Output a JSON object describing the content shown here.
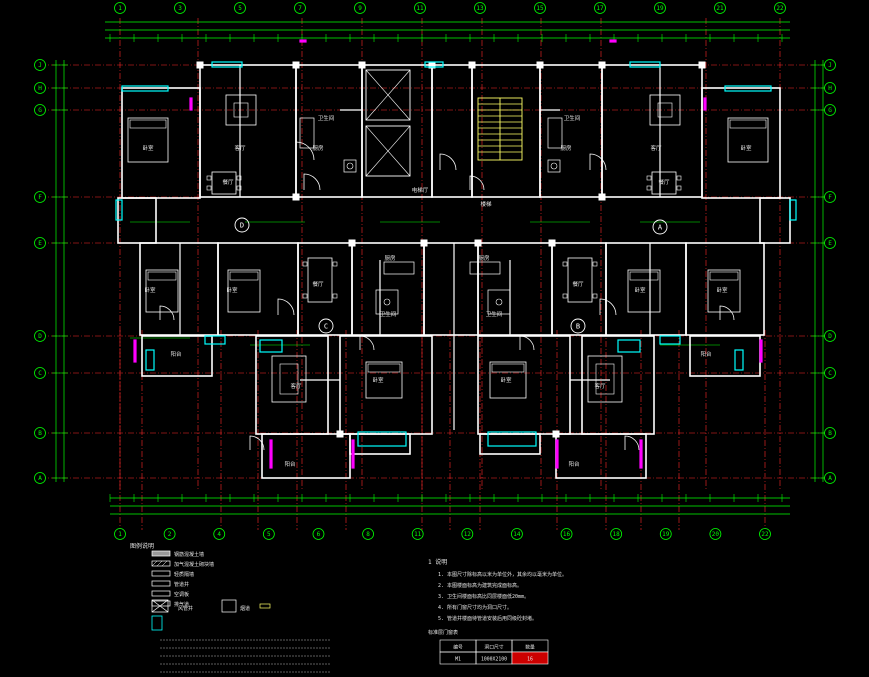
{
  "grid": {
    "columns_top": [
      "1",
      "3",
      "5",
      "7",
      "9",
      "11",
      "13",
      "15",
      "17",
      "19",
      "21",
      "22"
    ],
    "columns_bottom": [
      "1",
      "2",
      "4",
      "5",
      "6",
      "8",
      "11",
      "12",
      "14",
      "16",
      "18",
      "19",
      "20",
      "22"
    ],
    "rows_left": [
      "J",
      "H",
      "G",
      "F",
      "E",
      "D",
      "C",
      "B",
      "A"
    ],
    "rows_right": [
      "J",
      "H",
      "G",
      "F",
      "E",
      "D",
      "C",
      "B",
      "A"
    ]
  },
  "unit_tags": [
    "D",
    "C",
    "A",
    "B"
  ],
  "room_labels": {
    "bedroom": "卧室",
    "living": "客厅",
    "kitchen": "厨房",
    "toilet": "卫生间",
    "dining": "餐厅",
    "elevator_hall": "电梯厅",
    "balcony": "阳台",
    "stair": "楼梯"
  },
  "legend": {
    "title": "图例说明",
    "items": [
      "钢筋混凝土墙",
      "加气混凝土砌块墙",
      "轻质隔墙",
      "管道井",
      "空调板",
      "排气道"
    ],
    "symbols": [
      "风管井",
      "烟道"
    ]
  },
  "notes": {
    "heading": "1 说明",
    "lines": [
      "1. 本图尺寸除标高以米为单位外，其余均以毫米为单位。",
      "2. 本图楼面标高为建筑完成面标高。",
      "3. 卫生间楼面标高比同层楼面低20mm。",
      "4. 所有门窗尺寸均为洞口尺寸。",
      "5. 管道井楼面待管道安装后用同级砼封堵。"
    ],
    "table_title": "标准层门窗表",
    "table": [
      [
        "编号",
        "洞口尺寸",
        "数量"
      ],
      [
        "M1",
        "1000X2100",
        "16"
      ]
    ]
  },
  "colors": {
    "background": "#000000",
    "dimension": "#00ff00",
    "axis": "#ff2a2a",
    "wall": "#ffffff",
    "window": "#00ffff",
    "door": "#ff00ff",
    "furniture": "#ffffff",
    "text": "#e6e6e6",
    "stair": "#ffff66"
  }
}
